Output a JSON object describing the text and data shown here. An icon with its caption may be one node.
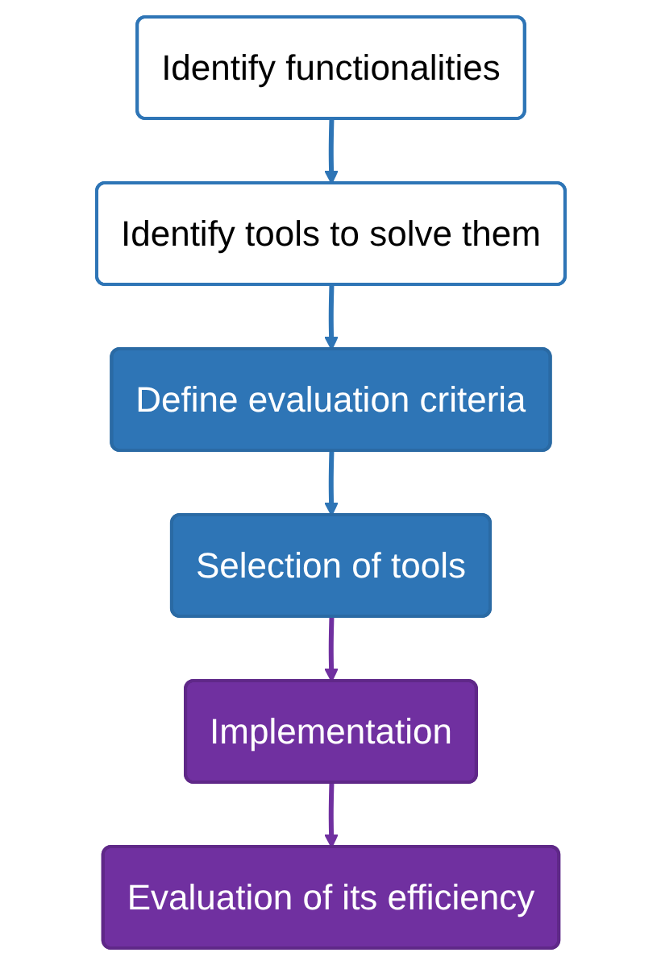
{
  "diagram": {
    "nodes": [
      {
        "text": [
          "Identify functionalities"
        ]
      },
      {
        "text": [
          "Identify tools to solve them"
        ]
      },
      {
        "text": [
          "Define evaluation criteria"
        ]
      },
      {
        "text": [
          "Selection of tools"
        ]
      },
      {
        "text": [
          "Implementation"
        ]
      },
      {
        "text": [
          "Evaluation of its efficiency"
        ]
      }
    ],
    "edges": [
      {
        "from": 0,
        "to": 1,
        "arrow": "to"
      },
      {
        "from": 1,
        "to": 2,
        "arrow": "to",
        "color": "#2e75b6"
      },
      {
        "from": 2,
        "to": 3,
        "arrow": "to",
        "color": "#2e75b6"
      },
      {
        "from": 3,
        "to": 4,
        "arrow": "to",
        "color": "#7030a0"
      },
      {
        "from": 4,
        "to": 5,
        "arrow": "to",
        "color": "#7030a0"
      }
    ]
  }
}
